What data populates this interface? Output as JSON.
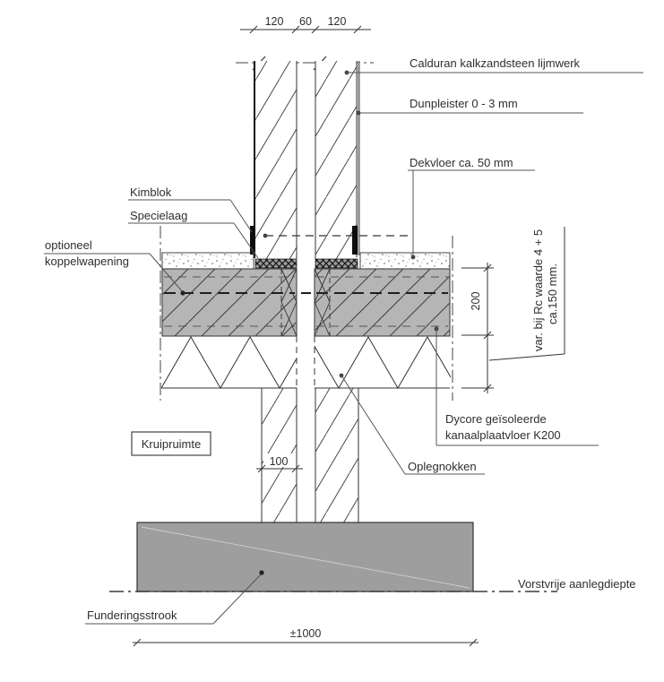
{
  "drawing": {
    "labels": {
      "calduran": "Calduran kalkzandsteen lijmwerk",
      "dunpleister": "Dunpleister 0 - 3 mm",
      "dekvloer": "Dekvloer ca. 50 mm",
      "kimblok": "Kimblok",
      "specielaag": "Specielaag",
      "koppel1": "optioneel",
      "koppel2": "koppelwapening",
      "kruipruimte": "Kruipruimte",
      "dycore1": "Dycore geïsoleerde",
      "dycore2": "kanaalplaatvloer K200",
      "oplegnokken": "Oplegnokken",
      "vorstvrij": "Vorstvrije aanlegdiepte",
      "fundering": "Funderingsstrook",
      "rc1": "var. bij Rc waarde 4 + 5",
      "rc2": "ca.150 mm."
    },
    "dimensions": {
      "top_left": "120",
      "top_mid": "60",
      "top_right": "120",
      "slab": "200",
      "inner_wall": "100",
      "foundation": "±1000"
    },
    "colors": {
      "line": "#333333",
      "slab_fill": "#b5b5b5",
      "foundation_fill": "#9e9e9e",
      "specie_fill": "#9a9a9a",
      "kimblok_fill": "#0d0d0d",
      "plaster_line": "#8f8f8f"
    }
  }
}
